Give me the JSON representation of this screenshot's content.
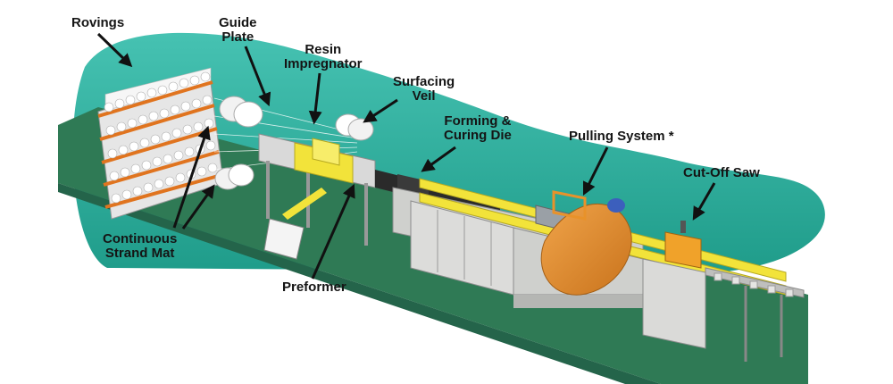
{
  "colors": {
    "background_blob": "#2fb3a0",
    "floor": "#2f7a55",
    "machine_body": "#d7d8d5",
    "rail": "#f2e33a",
    "puller": "#e8922a",
    "saw_accent": "#f0a22a",
    "arrow": "#111111"
  },
  "labels": {
    "rovings": "Rovings",
    "guide_plate_1": "Guide",
    "guide_plate_2": "Plate",
    "resin_1": "Resin",
    "resin_2": "Impregnator",
    "veil_1": "Surfacing",
    "veil_2": "Veil",
    "forming_1": "Forming &",
    "forming_2": "Curing Die",
    "pulling": "Pulling System *",
    "saw": "Cut-Off Saw",
    "mat_1": "Continuous",
    "mat_2": "Strand Mat",
    "preformer": "Preformer"
  }
}
